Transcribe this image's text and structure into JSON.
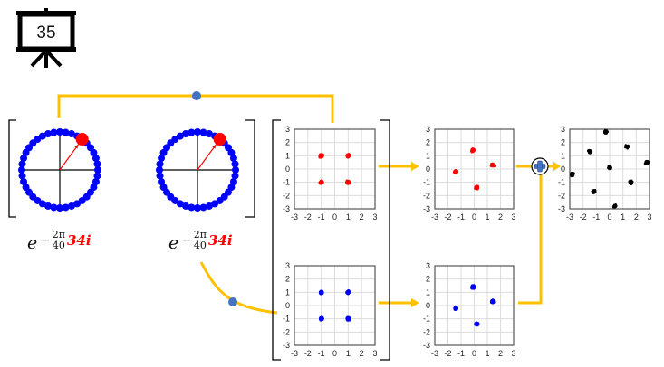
{
  "slide": {
    "number": "35",
    "icon": "projector-screen-icon"
  },
  "colors": {
    "connector": "#FFC000",
    "junction_dot": "#4472C4",
    "phasor_points": "#0000FF",
    "phasor_highlight": "#FF0000",
    "red_series": "#FF0000",
    "blue_series": "#0000FF",
    "sum_series": "#000000",
    "plus_symbol": "#4472C4"
  },
  "phasors": [
    {
      "name": "twiddle-factor-1",
      "points_on_circle": 40,
      "highlighted_index": 34,
      "formula": {
        "base": "e",
        "minus": "−",
        "numerator": "2π",
        "denominator": "40",
        "k": "34i"
      }
    },
    {
      "name": "twiddle-factor-2",
      "points_on_circle": 40,
      "highlighted_index": 34,
      "formula": {
        "base": "e",
        "minus": "−",
        "numerator": "2π",
        "denominator": "40",
        "k": "34i"
      }
    }
  ],
  "chart_data": [
    {
      "id": "input-red",
      "type": "scatter",
      "title": "",
      "color": "#FF0000",
      "xlim": [
        -3,
        3
      ],
      "ylim": [
        -3,
        3
      ],
      "xticks": [
        "-3",
        "-2",
        "-1",
        "0",
        "1",
        "2",
        "3"
      ],
      "yticks": [
        "3",
        "2",
        "1",
        "0",
        "-1",
        "-2",
        "-3"
      ],
      "grid": true,
      "clusters": [
        [
          -1,
          1
        ],
        [
          1,
          1
        ],
        [
          -1,
          -1
        ],
        [
          1,
          -1
        ]
      ],
      "cluster_spread": 0.12
    },
    {
      "id": "input-blue",
      "type": "scatter",
      "title": "",
      "color": "#0000FF",
      "xlim": [
        -3,
        3
      ],
      "ylim": [
        -3,
        3
      ],
      "xticks": [
        "-3",
        "-2",
        "-1",
        "0",
        "1",
        "2",
        "3"
      ],
      "yticks": [
        "3",
        "2",
        "1",
        "0",
        "-1",
        "-2",
        "-3"
      ],
      "grid": true,
      "clusters": [
        [
          -1,
          1
        ],
        [
          1,
          1
        ],
        [
          -1,
          -1
        ],
        [
          1,
          -1
        ]
      ],
      "cluster_spread": 0.12
    },
    {
      "id": "rotated-red",
      "type": "scatter",
      "title": "",
      "color": "#FF0000",
      "xlim": [
        -3,
        3
      ],
      "ylim": [
        -3,
        3
      ],
      "xticks": [
        "-3",
        "-2",
        "-1",
        "0",
        "1",
        "2",
        "3"
      ],
      "yticks": [
        "3",
        "2",
        "1",
        "0",
        "-1",
        "-2",
        "-3"
      ],
      "grid": true,
      "clusters": [
        [
          -0.1,
          1.4
        ],
        [
          1.4,
          0.3
        ],
        [
          0.2,
          -1.4
        ],
        [
          -1.4,
          -0.2
        ]
      ],
      "cluster_spread": 0.12
    },
    {
      "id": "rotated-blue",
      "type": "scatter",
      "title": "",
      "color": "#0000FF",
      "xlim": [
        -3,
        3
      ],
      "ylim": [
        -3,
        3
      ],
      "xticks": [
        "-3",
        "-2",
        "-1",
        "0",
        "1",
        "2",
        "3"
      ],
      "yticks": [
        "3",
        "2",
        "1",
        "0",
        "-1",
        "-2",
        "-3"
      ],
      "grid": true,
      "clusters": [
        [
          -0.1,
          1.4
        ],
        [
          1.4,
          0.3
        ],
        [
          0.2,
          -1.4
        ],
        [
          -1.4,
          -0.2
        ]
      ],
      "cluster_spread": 0.12
    },
    {
      "id": "sum-black",
      "type": "scatter",
      "title": "",
      "color": "#000000",
      "xlim": [
        -3,
        3
      ],
      "ylim": [
        -3,
        3
      ],
      "xticks": [
        "-3",
        "-2",
        "-1",
        "0",
        "1",
        "2",
        "3"
      ],
      "yticks": [
        "3",
        "2",
        "1",
        "0",
        "-1",
        "-2",
        "-3"
      ],
      "grid": true,
      "clusters": [
        [
          -0.3,
          2.8
        ],
        [
          1.3,
          1.7
        ],
        [
          -1.5,
          1.3
        ],
        [
          2.8,
          0.5
        ],
        [
          0,
          0.1
        ],
        [
          -2.8,
          -0.4
        ],
        [
          1.6,
          -1.0
        ],
        [
          -1.2,
          -1.7
        ],
        [
          0.4,
          -2.8
        ]
      ],
      "cluster_spread": 0.16
    }
  ]
}
